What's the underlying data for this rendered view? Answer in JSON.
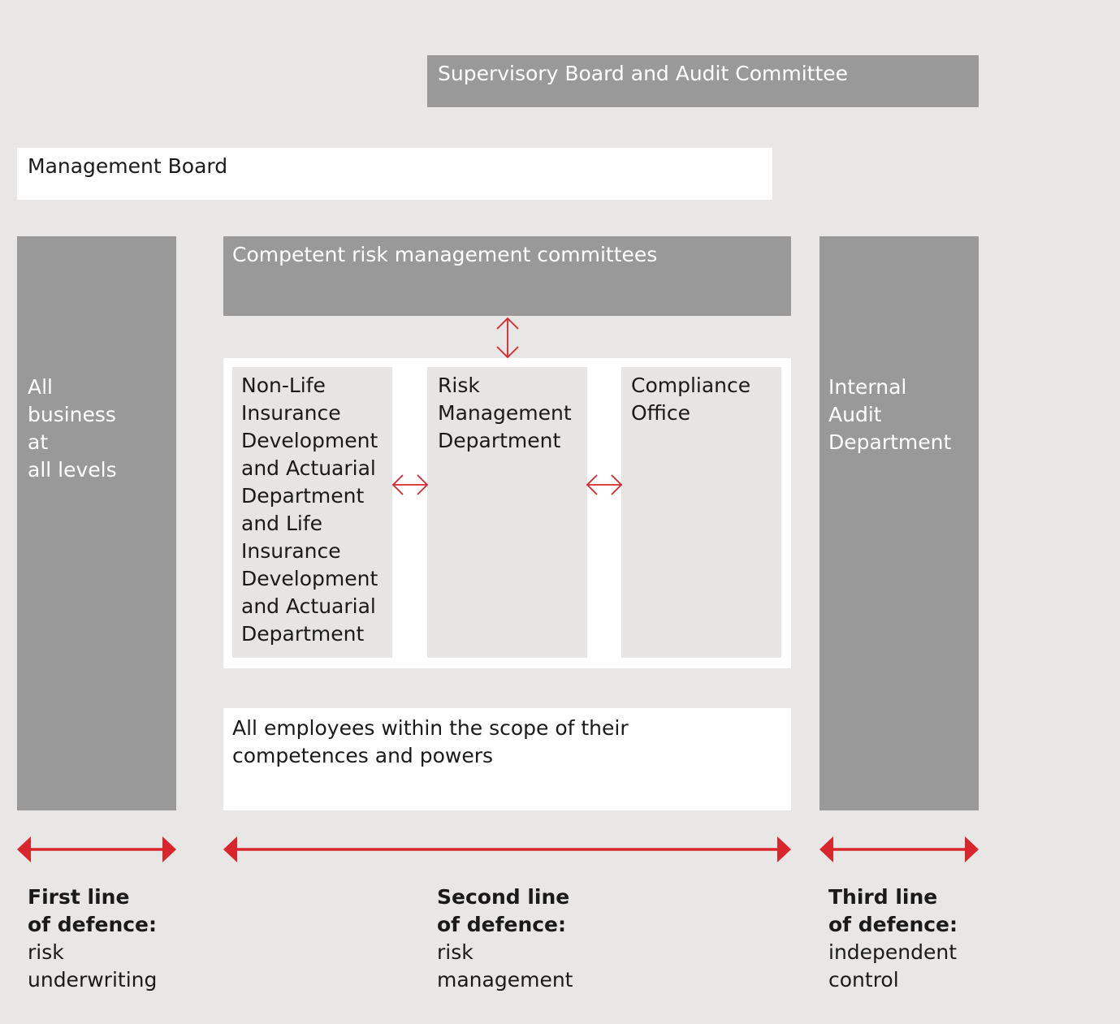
{
  "supervisory": "Supervisory Board and Audit Committee",
  "management": "Management Board",
  "first_column": "All\nbusiness\nat\nall levels",
  "committees": "Competent risk management committees",
  "departments": [
    "Non-Life\nInsurance\nDevelopment\nand Actuarial\nDepartment\nand Life\nInsurance\nDevelopment\nand Actuarial\nDepartment",
    "Risk\nManagement\nDepartment",
    "Compliance\nOffice"
  ],
  "employees": "All employees within the scope of their\ncompetences and powers",
  "third_column": "Internal\nAudit\nDepartment",
  "lines": [
    {
      "heading": "First line\nof defence:",
      "sub": "risk\nunderwriting"
    },
    {
      "heading": "Second line\nof defence:",
      "sub": "risk\nmanagement"
    },
    {
      "heading": "Third line\nof defence:",
      "sub": "independent\ncontrol"
    }
  ],
  "colors": {
    "accent": "#d9262c",
    "box_gray": "#999999",
    "background": "#e8e7e6"
  }
}
